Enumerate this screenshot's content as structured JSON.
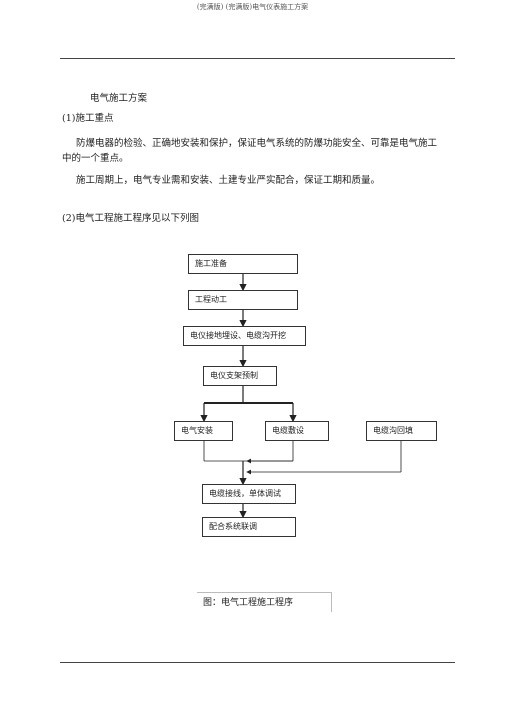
{
  "header": {
    "text": "(完满版) (完满版)电气仪表施工方案"
  },
  "doc": {
    "title": "电气施工方案",
    "section1": "(1)施工重点",
    "para1": "防爆电器的检验、正确地安装和保护，保证电气系统的防爆功能安全、可靠是电气施工中的一个重点。",
    "para2": "施工周期上，电气专业需和安装、土建专业严实配合，保证工期和质量。",
    "section2": "(2)电气工程施工程序见以下列图"
  },
  "flow": {
    "step1": "施工准备",
    "step2": "工程动工",
    "step3": "电仪接地埋设、电缆沟开挖",
    "step4": "电仪支架预制",
    "branch_a": "电气安装",
    "branch_b": "电缆敷设",
    "branch_c": "电缆沟回填",
    "step6": "电缆接线，单体调试",
    "step7": "配合系统联调"
  },
  "caption": "图：电气工程施工程序"
}
